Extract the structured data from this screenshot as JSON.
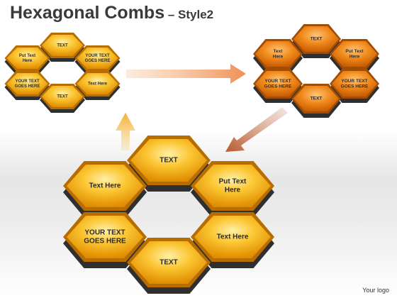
{
  "header": {
    "title": "Hexagonal Combs",
    "separator": " – ",
    "subtitle": "Style2"
  },
  "colors": {
    "yellow_fill": "#f7b823",
    "yellow_edge": "#b86d00",
    "orange_fill": "#ec7d12",
    "orange_edge": "#a24d03",
    "base": "#2f2f2f",
    "arrow": "#f4a460"
  },
  "combs": {
    "small_yellow": {
      "top": [
        "TEXT"
      ],
      "upper_left": [
        "Put Text",
        "Here"
      ],
      "upper_right": [
        "YOUR TEXT",
        "GOES HERE"
      ],
      "lower_left": [
        "YOUR TEXT",
        "GOES HERE"
      ],
      "lower_right": [
        "Text Here"
      ],
      "bottom": [
        "TEXT"
      ]
    },
    "small_orange": {
      "top": [
        "TEXT"
      ],
      "upper_left": [
        "Text",
        "Here"
      ],
      "upper_right": [
        "Put Text",
        "Here"
      ],
      "lower_left": [
        "YOUR TEXT",
        "GOES HERE"
      ],
      "lower_right": [
        "YOUR TEXT",
        "GOES HERE"
      ],
      "bottom": [
        "TEXT"
      ]
    },
    "large_yellow": {
      "top": [
        "TEXT"
      ],
      "upper_left": [
        "Text Here"
      ],
      "upper_right": [
        "Put Text",
        "Here"
      ],
      "lower_left": [
        "YOUR TEXT",
        "GOES HERE"
      ],
      "lower_right": [
        "Text Here"
      ],
      "bottom": [
        "TEXT"
      ]
    }
  },
  "footer": {
    "logo": "Your logo"
  }
}
